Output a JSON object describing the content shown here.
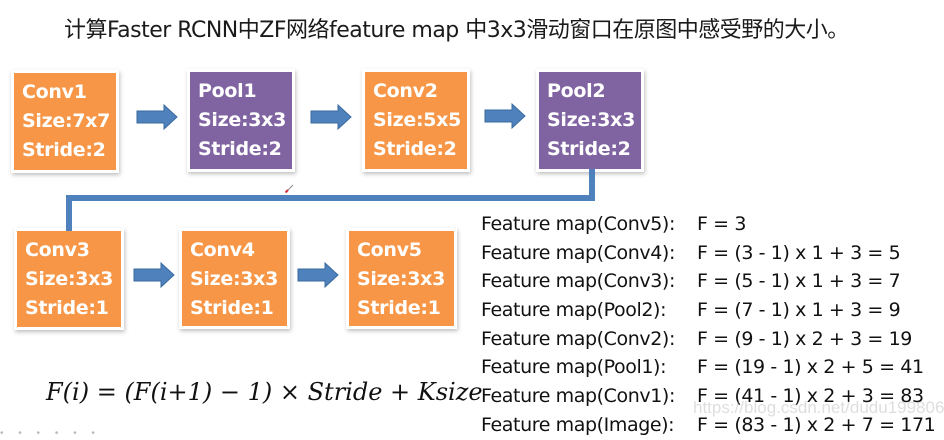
{
  "title": "计算Faster RCNN中ZF网络feature map 中3x3滑动窗口在原图中感受野的大小。",
  "colors": {
    "conv": "#F79646",
    "pool": "#8064A2",
    "arrow": "#4F81BD",
    "text": "#111111"
  },
  "layers": [
    {
      "name": "Conv1",
      "size": "Size:7x7",
      "stride": "Stride:2",
      "type": "conv"
    },
    {
      "name": "Pool1",
      "size": "Size:3x3",
      "stride": "Stride:2",
      "type": "pool"
    },
    {
      "name": "Conv2",
      "size": "Size:5x5",
      "stride": "Stride:2",
      "type": "conv"
    },
    {
      "name": "Pool2",
      "size": "Size:3x3",
      "stride": "Stride:2",
      "type": "pool"
    },
    {
      "name": "Conv3",
      "size": "Size:3x3",
      "stride": "Stride:1",
      "type": "conv"
    },
    {
      "name": "Conv4",
      "size": "Size:3x3",
      "stride": "Stride:1",
      "type": "conv"
    },
    {
      "name": "Conv5",
      "size": "Size:3x3",
      "stride": "Stride:1",
      "type": "conv"
    }
  ],
  "feature_maps": [
    {
      "label": "Feature map(Conv5):",
      "equation": "F = 3"
    },
    {
      "label": "Feature map(Conv4):",
      "equation": "F = (3 - 1) x 1 + 3 = 5"
    },
    {
      "label": "Feature map(Conv3):",
      "equation": "F = (5 - 1) x 1 + 3 = 7"
    },
    {
      "label": "Feature map(Pool2):",
      "equation": "F = (7 - 1) x 1 + 3 = 9"
    },
    {
      "label": "Feature map(Conv2):",
      "equation": "F = (9 - 1) x 2 + 3 = 19"
    },
    {
      "label": "Feature map(Pool1):",
      "equation": "F = (19 - 1) x 2 + 5 = 41"
    },
    {
      "label": "Feature map(Conv1):",
      "equation": "F = (41 - 1) x 2 + 3 = 83"
    },
    {
      "label": "Feature map(Image):",
      "equation": "F = (83 - 1) x 2 + 7 = 171"
    }
  ],
  "formula": {
    "lhs": "F(i)",
    "eq": " = ",
    "rhs_open": "(F(i+1) − 1)",
    "times": " × ",
    "stride": "Stride",
    "plus": " + ",
    "ksize": "Ksize"
  },
  "watermark": "https://blog.csdn.net/dudu199806"
}
